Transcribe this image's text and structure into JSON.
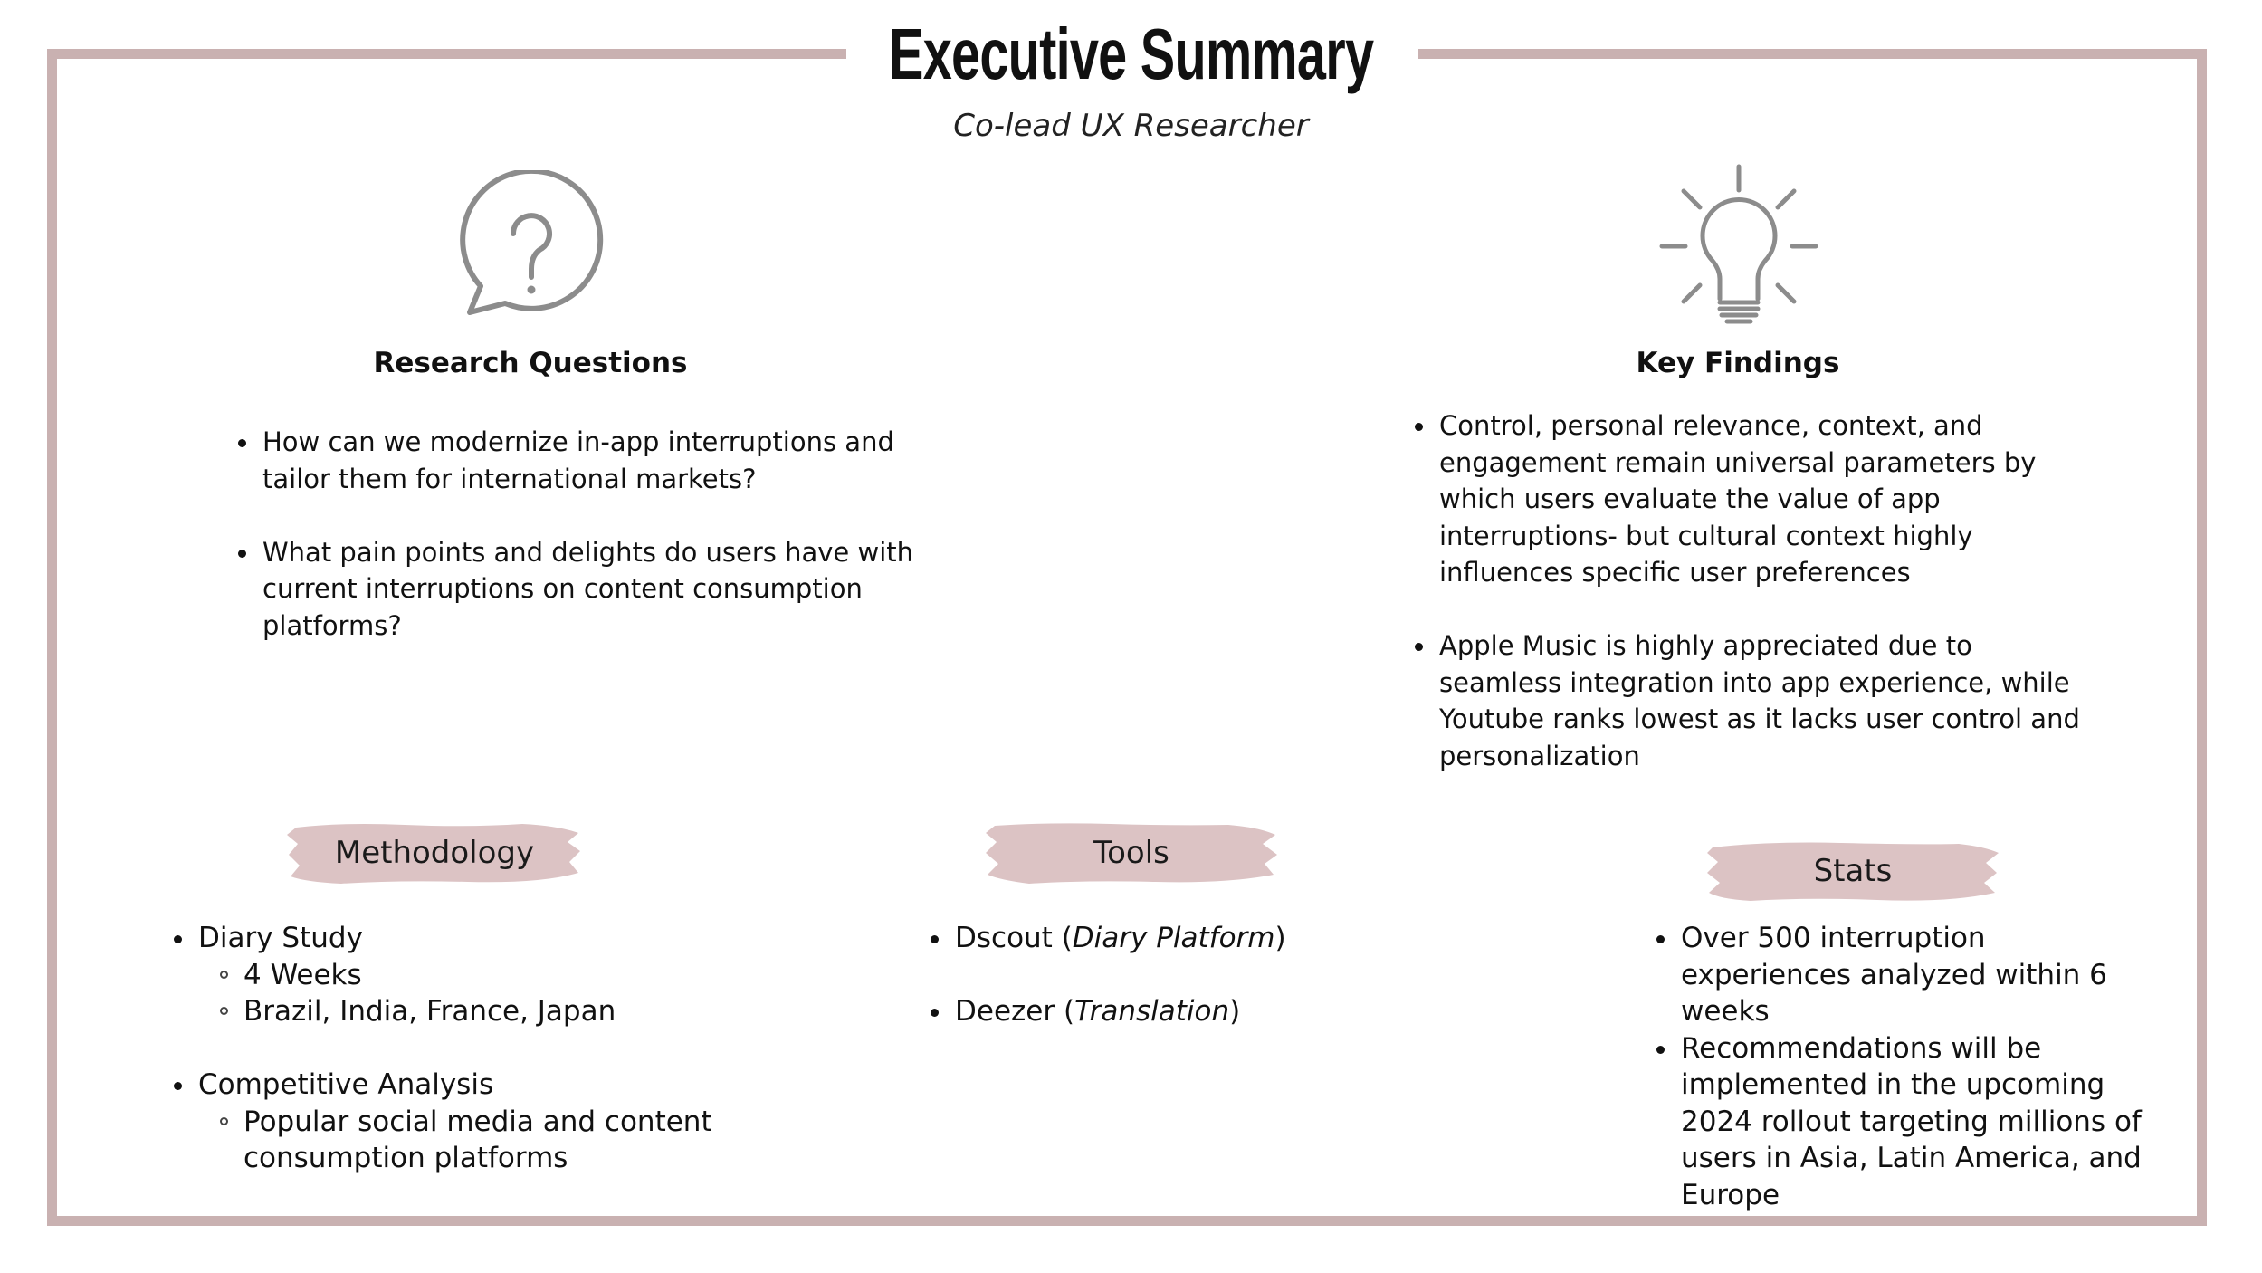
{
  "header": {
    "title": "Executive Summary",
    "subtitle": "Co-lead UX Researcher"
  },
  "research_questions": {
    "icon": "question-speech-bubble-icon",
    "heading": "Research Questions",
    "items": [
      "How can we modernize in-app interruptions and tailor them for international markets?",
      "What pain points and delights do users have with current interruptions on content consumption platforms?"
    ]
  },
  "key_findings": {
    "icon": "lightbulb-icon",
    "heading": "Key Findings",
    "items": [
      "Control, personal relevance, context, and engagement remain universal parameters by which users evaluate the value of app interruptions- but cultural context highly influences specific user preferences",
      " Apple Music is highly appreciated due to seamless integration into app experience, while Youtube ranks lowest as it lacks user control and personalization"
    ]
  },
  "methodology": {
    "label": "Methodology",
    "items": [
      {
        "text": "Diary Study",
        "sub": [
          "4 Weeks",
          "Brazil, India, France, Japan"
        ]
      },
      {
        "text": "Competitive Analysis",
        "sub": [
          "Popular social media and content consumption platforms"
        ]
      }
    ]
  },
  "tools": {
    "label": "Tools",
    "items": [
      {
        "name": "Dscout",
        "detail": "Diary Platform"
      },
      {
        "name": "Deezer",
        "detail": "Translation"
      }
    ]
  },
  "stats": {
    "label": "Stats",
    "items": [
      "Over 500 interruption experiences analyzed within 6 weeks",
      "Recommendations will be implemented in the upcoming 2024 rollout targeting millions of users in Asia, Latin America, and Europe"
    ]
  },
  "colors": {
    "frame": "#c9b1b1",
    "brush": "#dcc3c4",
    "icon_gray": "#8c8c8c"
  }
}
